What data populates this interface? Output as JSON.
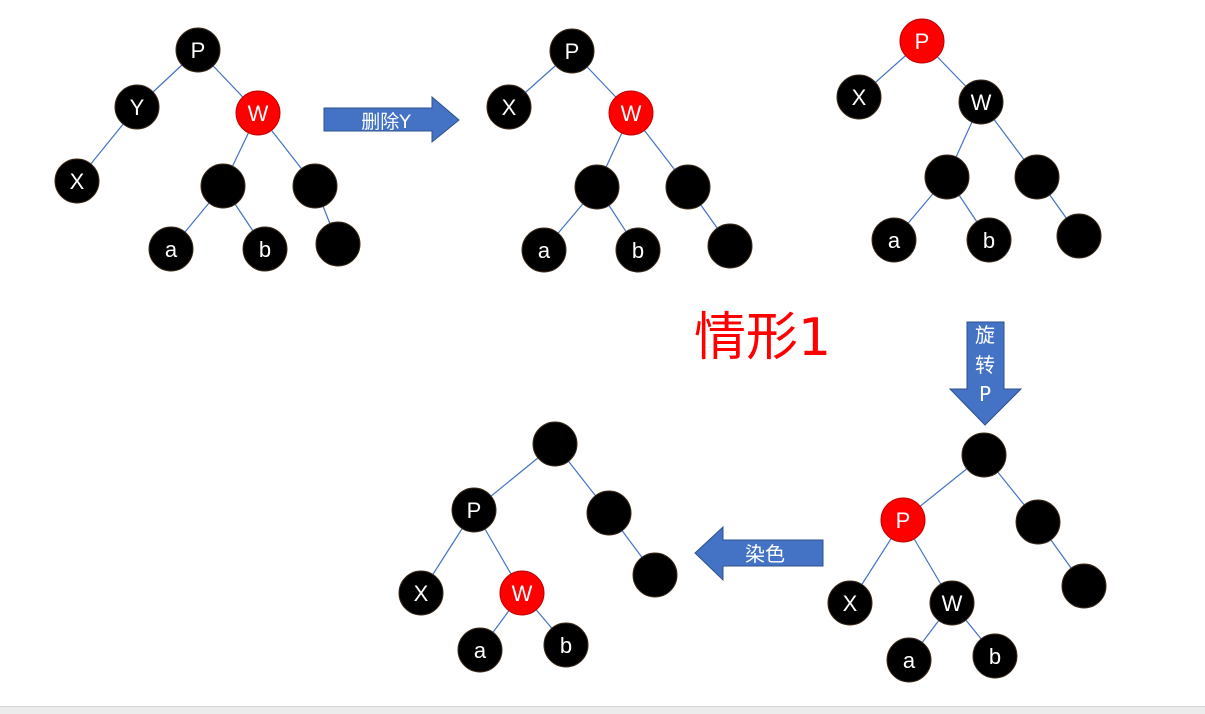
{
  "colors": {
    "black_node": "#000000",
    "red_node": "#ff0000",
    "edge": "#4472c4",
    "arrow_fill": "#4472c4",
    "arrow_text": "#ffffff",
    "node_text": "#ffffff",
    "caption": "#ff0000"
  },
  "caption": "情形1",
  "arrows": {
    "delete": "删除Y",
    "rotate": [
      "旋",
      "转",
      "P"
    ],
    "recolor": "染色"
  },
  "trees": [
    {
      "id": "tree-original",
      "nodes": [
        {
          "id": "P",
          "label": "P",
          "color": "black"
        },
        {
          "id": "Y",
          "label": "Y",
          "color": "black"
        },
        {
          "id": "W",
          "label": "W",
          "color": "red"
        },
        {
          "id": "X",
          "label": "X",
          "color": "black"
        },
        {
          "id": "WL",
          "label": "",
          "color": "black"
        },
        {
          "id": "WR",
          "label": "",
          "color": "black"
        },
        {
          "id": "a",
          "label": "a",
          "color": "black"
        },
        {
          "id": "b",
          "label": "b",
          "color": "black"
        },
        {
          "id": "WRR",
          "label": "",
          "color": "black"
        }
      ],
      "edges": [
        [
          "P",
          "Y"
        ],
        [
          "P",
          "W"
        ],
        [
          "Y",
          "X"
        ],
        [
          "W",
          "WL"
        ],
        [
          "W",
          "WR"
        ],
        [
          "WL",
          "a"
        ],
        [
          "WL",
          "b"
        ],
        [
          "WR",
          "WRR"
        ]
      ]
    },
    {
      "id": "tree-after-delete",
      "nodes": [
        {
          "id": "P",
          "label": "P",
          "color": "black"
        },
        {
          "id": "X",
          "label": "X",
          "color": "black"
        },
        {
          "id": "W",
          "label": "W",
          "color": "red"
        },
        {
          "id": "WL",
          "label": "",
          "color": "black"
        },
        {
          "id": "WR",
          "label": "",
          "color": "black"
        },
        {
          "id": "a",
          "label": "a",
          "color": "black"
        },
        {
          "id": "b",
          "label": "b",
          "color": "black"
        },
        {
          "id": "WRR",
          "label": "",
          "color": "black"
        }
      ],
      "edges": [
        [
          "P",
          "X"
        ],
        [
          "P",
          "W"
        ],
        [
          "W",
          "WL"
        ],
        [
          "W",
          "WR"
        ],
        [
          "WL",
          "a"
        ],
        [
          "WL",
          "b"
        ],
        [
          "WR",
          "WRR"
        ]
      ]
    },
    {
      "id": "tree-swapped-colors",
      "nodes": [
        {
          "id": "P",
          "label": "P",
          "color": "red"
        },
        {
          "id": "X",
          "label": "X",
          "color": "black"
        },
        {
          "id": "W",
          "label": "W",
          "color": "black"
        },
        {
          "id": "WL",
          "label": "",
          "color": "black"
        },
        {
          "id": "WR",
          "label": "",
          "color": "black"
        },
        {
          "id": "a",
          "label": "a",
          "color": "black"
        },
        {
          "id": "b",
          "label": "b",
          "color": "black"
        },
        {
          "id": "WRR",
          "label": "",
          "color": "black"
        }
      ],
      "edges": [
        [
          "P",
          "X"
        ],
        [
          "P",
          "W"
        ],
        [
          "W",
          "WL"
        ],
        [
          "W",
          "WR"
        ],
        [
          "WL",
          "a"
        ],
        [
          "WL",
          "b"
        ],
        [
          "WR",
          "WRR"
        ]
      ]
    },
    {
      "id": "tree-after-rotate",
      "nodes": [
        {
          "id": "R",
          "label": "",
          "color": "black"
        },
        {
          "id": "P",
          "label": "P",
          "color": "red"
        },
        {
          "id": "RR",
          "label": "",
          "color": "black"
        },
        {
          "id": "X",
          "label": "X",
          "color": "black"
        },
        {
          "id": "W",
          "label": "W",
          "color": "black"
        },
        {
          "id": "RRR",
          "label": "",
          "color": "black"
        },
        {
          "id": "a",
          "label": "a",
          "color": "black"
        },
        {
          "id": "b",
          "label": "b",
          "color": "black"
        }
      ],
      "edges": [
        [
          "R",
          "P"
        ],
        [
          "R",
          "RR"
        ],
        [
          "P",
          "X"
        ],
        [
          "P",
          "W"
        ],
        [
          "RR",
          "RRR"
        ],
        [
          "W",
          "a"
        ],
        [
          "W",
          "b"
        ]
      ]
    },
    {
      "id": "tree-recolored",
      "nodes": [
        {
          "id": "R",
          "label": "",
          "color": "black"
        },
        {
          "id": "P",
          "label": "P",
          "color": "black"
        },
        {
          "id": "RR",
          "label": "",
          "color": "black"
        },
        {
          "id": "X",
          "label": "X",
          "color": "black"
        },
        {
          "id": "W",
          "label": "W",
          "color": "red"
        },
        {
          "id": "RRR",
          "label": "",
          "color": "black"
        },
        {
          "id": "a",
          "label": "a",
          "color": "black"
        },
        {
          "id": "b",
          "label": "b",
          "color": "black"
        }
      ],
      "edges": [
        [
          "R",
          "P"
        ],
        [
          "R",
          "RR"
        ],
        [
          "P",
          "X"
        ],
        [
          "P",
          "W"
        ],
        [
          "RR",
          "RRR"
        ],
        [
          "W",
          "a"
        ],
        [
          "W",
          "b"
        ]
      ]
    }
  ]
}
